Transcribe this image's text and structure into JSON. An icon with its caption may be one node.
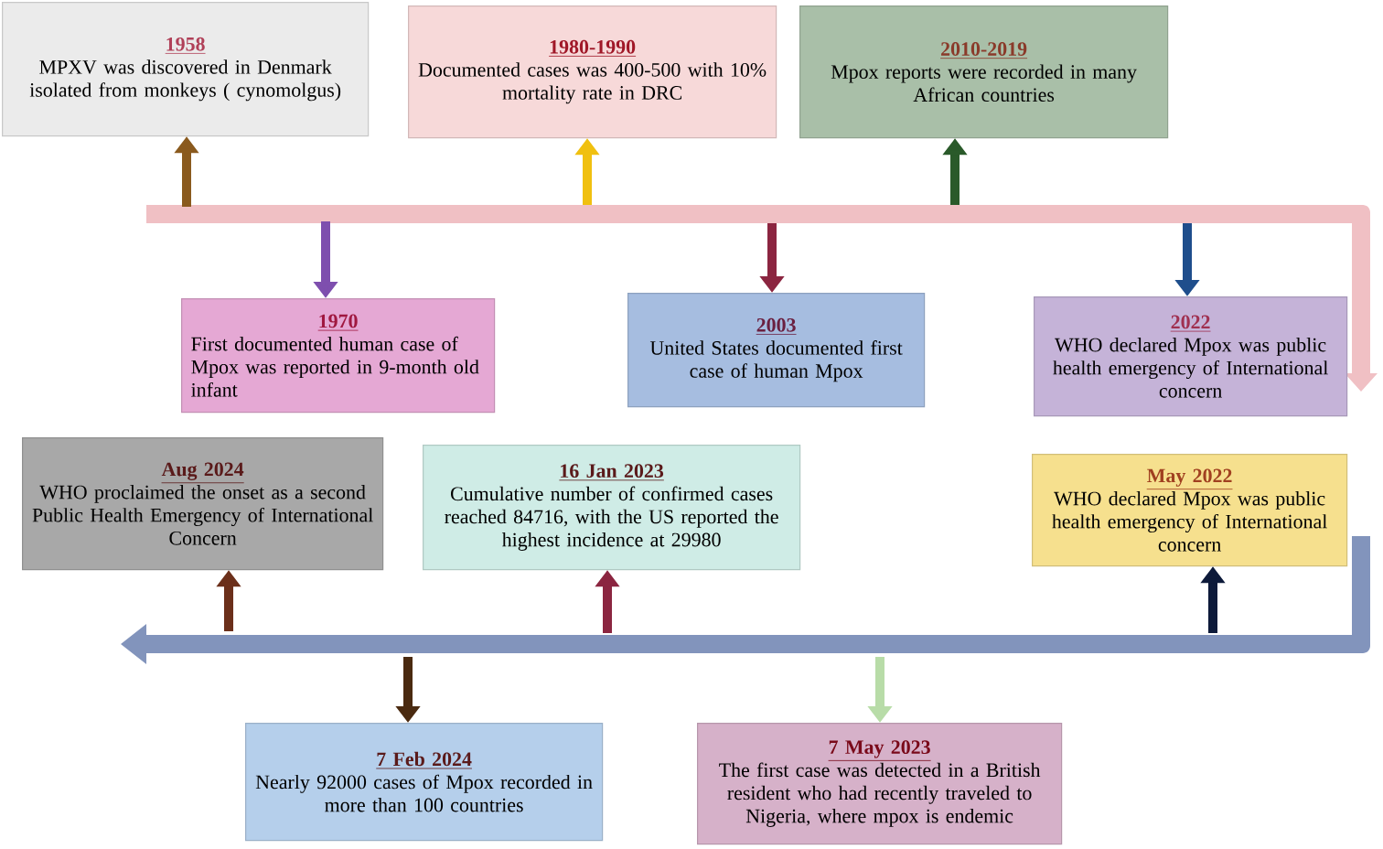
{
  "diagram": {
    "nodes": [
      {
        "text": [
          "1958",
          "MPXV  was discovered in Denmark isolated from monkeys ( cynomolgus)"
        ]
      },
      {
        "text": [
          "1980-1990",
          "Documented cases was 400-500 with 10% mortality rate in DRC"
        ]
      },
      {
        "text": [
          "2010-2019",
          "Mpox reports were recorded in many African countries"
        ]
      },
      {
        "text": [
          "1970",
          "First documented human case of Mpox was reported in 9-month old infant"
        ]
      },
      {
        "text": [
          "2003",
          "United States documented first case of human Mpox"
        ]
      },
      {
        "text": [
          "2022",
          "WHO  declared Mpox was public health emergency of International concern"
        ]
      },
      {
        "text": [
          "Aug 2024",
          "WHO proclaimed the onset as a second Public Health Emergency of International Concern"
        ]
      },
      {
        "text": [
          "16 Jan 2023",
          "Cumulative number of confirmed cases reached 84716, with the US reported the highest incidence at 29980"
        ]
      },
      {
        "text": [
          "May 2022",
          "WHO  declared Mpox was public health emergency of International concern"
        ]
      },
      {
        "text": [
          "7 Feb 2024",
          "Nearly 92000 cases of Mpox recorded in  more than 100 countries"
        ]
      },
      {
        "text": [
          "7 May 2023",
          "The first case was detected in a British resident who had recently traveled to Nigeria, where mpox is endemic"
        ]
      }
    ],
    "edges": [
      {
        "from": null,
        "to": 0,
        "arrow": "to",
        "color": "#8a5a1e"
      },
      {
        "from": null,
        "to": 1,
        "arrow": "to",
        "color": "#f0c010"
      },
      {
        "from": null,
        "to": 2,
        "arrow": "to",
        "color": "#2a5a2a"
      },
      {
        "from": null,
        "to": 3,
        "arrow": "to",
        "color": "#7e4fae"
      },
      {
        "from": null,
        "to": 4,
        "arrow": "to",
        "color": "#8b2540"
      },
      {
        "from": null,
        "to": 5,
        "arrow": "to",
        "color": "#1f4e8c"
      },
      {
        "from": null,
        "to": 6,
        "arrow": "to",
        "color": "#6b2f1a"
      },
      {
        "from": null,
        "to": 7,
        "arrow": "to",
        "color": "#8b2540"
      },
      {
        "from": null,
        "to": 8,
        "arrow": "to",
        "color": "#0d1a3a"
      },
      {
        "from": null,
        "to": 9,
        "arrow": "to",
        "color": "#4a2a10"
      },
      {
        "from": null,
        "to": 10,
        "arrow": "to",
        "color": "#b8dca8"
      }
    ]
  }
}
